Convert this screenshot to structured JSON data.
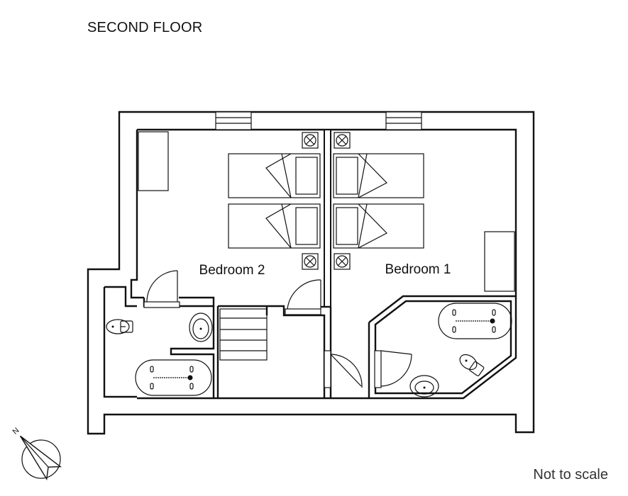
{
  "floor_title": "SECOND FLOOR",
  "rooms": {
    "bedroom_2": "Bedroom 2",
    "bedroom_1": "Bedroom 1"
  },
  "scale_note": "Not to scale",
  "compass_letter": "N",
  "colors": {
    "line": "#111111",
    "background": "#ffffff"
  }
}
